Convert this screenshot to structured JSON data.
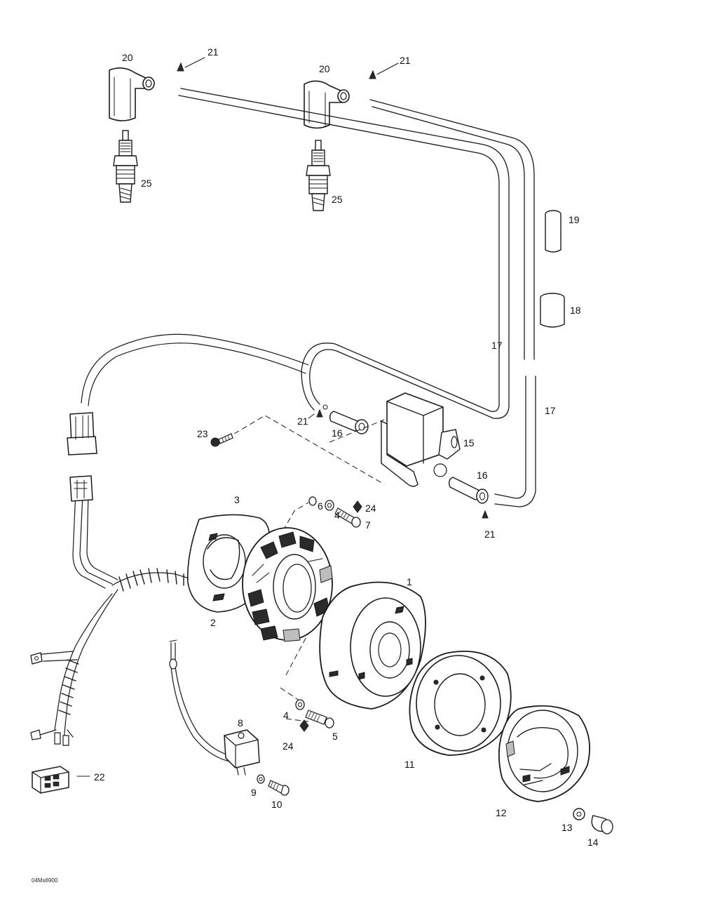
{
  "figure_code": "04Ms6900",
  "callouts": [
    {
      "id": "c20a",
      "text": "20"
    },
    {
      "id": "c21a",
      "text": "21"
    },
    {
      "id": "c20b",
      "text": "20"
    },
    {
      "id": "c21b",
      "text": "21"
    },
    {
      "id": "c25a",
      "text": "25"
    },
    {
      "id": "c25b",
      "text": "25"
    },
    {
      "id": "c19",
      "text": "19"
    },
    {
      "id": "c18",
      "text": "18"
    },
    {
      "id": "c17a",
      "text": "17"
    },
    {
      "id": "c17b",
      "text": "17"
    },
    {
      "id": "c21c",
      "text": "21"
    },
    {
      "id": "c16a",
      "text": "16"
    },
    {
      "id": "c23",
      "text": "23"
    },
    {
      "id": "c15",
      "text": "15"
    },
    {
      "id": "c16b",
      "text": "16"
    },
    {
      "id": "c21d",
      "text": "21"
    },
    {
      "id": "c3",
      "text": "3"
    },
    {
      "id": "c6",
      "text": "6"
    },
    {
      "id": "c4a",
      "text": "4"
    },
    {
      "id": "c24a",
      "text": "24"
    },
    {
      "id": "c7",
      "text": "7"
    },
    {
      "id": "c1",
      "text": "1"
    },
    {
      "id": "c2",
      "text": "2"
    },
    {
      "id": "c4b",
      "text": "4"
    },
    {
      "id": "c5",
      "text": "5"
    },
    {
      "id": "c24b",
      "text": "24"
    },
    {
      "id": "c8",
      "text": "8"
    },
    {
      "id": "c11",
      "text": "11"
    },
    {
      "id": "c22",
      "text": "22"
    },
    {
      "id": "c9",
      "text": "9"
    },
    {
      "id": "c10",
      "text": "10"
    },
    {
      "id": "c12",
      "text": "12"
    },
    {
      "id": "c13",
      "text": "13"
    },
    {
      "id": "c14",
      "text": "14"
    }
  ]
}
